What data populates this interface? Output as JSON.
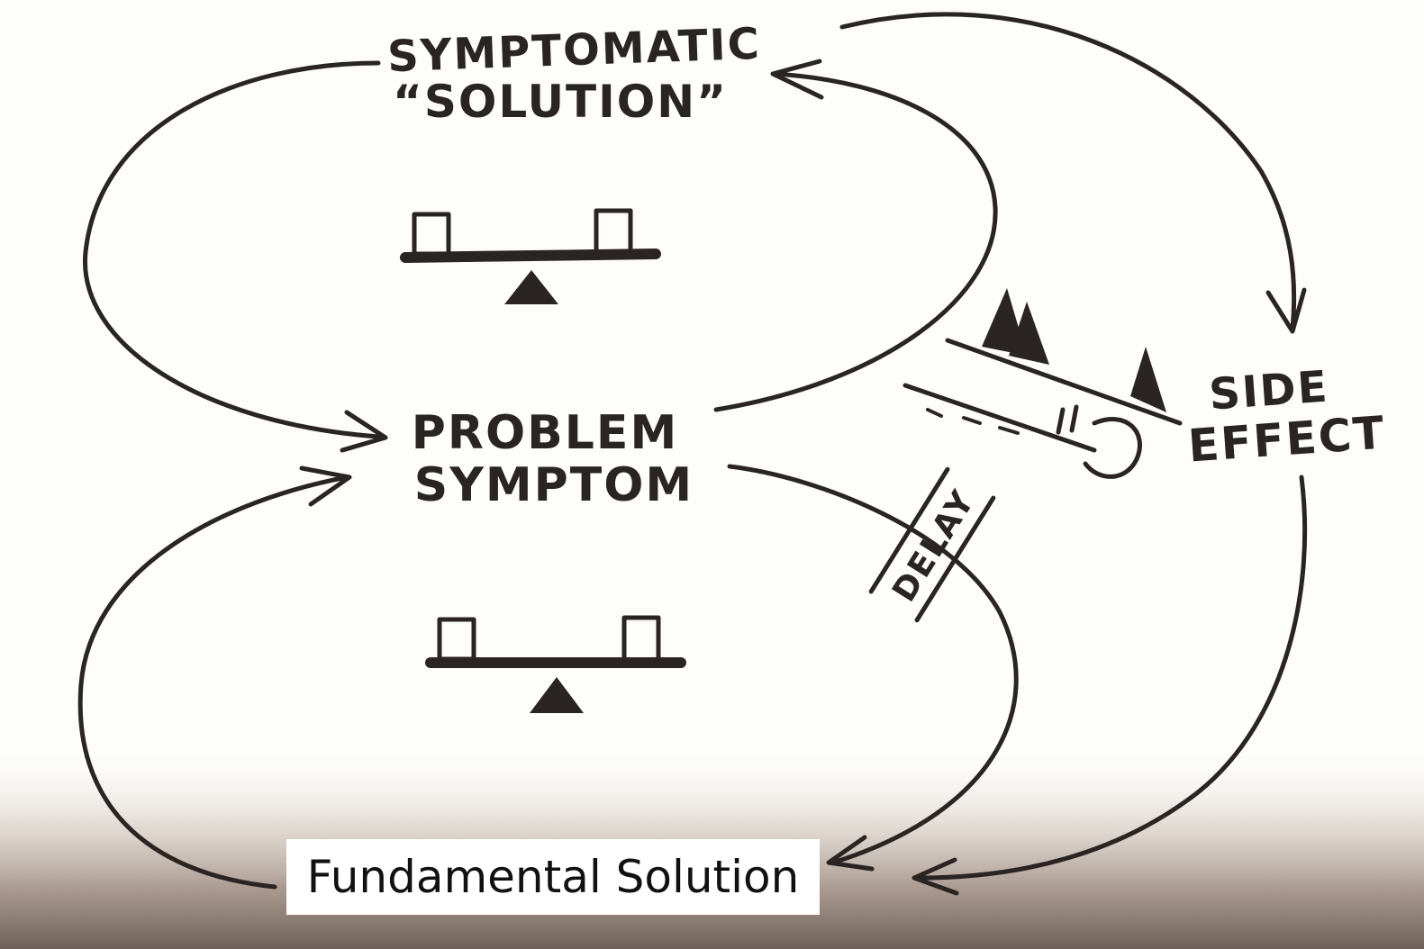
{
  "diagram": {
    "labels": {
      "symptomatic_line1": "SYMPTOMATIC",
      "symptomatic_line2": "“SOLUTION”",
      "problem_line1": "PROBLEM",
      "problem_line2": "SYMPTOM",
      "side_line1": "SIDE",
      "side_line2": "EFFECT",
      "delay": "DELAY",
      "fundamental": "Fundamental Solution"
    },
    "icons": [
      "balancing-loop-seesaw-icon",
      "balancing-loop-seesaw-icon",
      "snowball-rolling-downhill-icon",
      "arrowhead-icon"
    ],
    "colors": {
      "ink": "#2a2522",
      "paper": "#fdfdfb",
      "shadow": "#8a7a70"
    }
  }
}
